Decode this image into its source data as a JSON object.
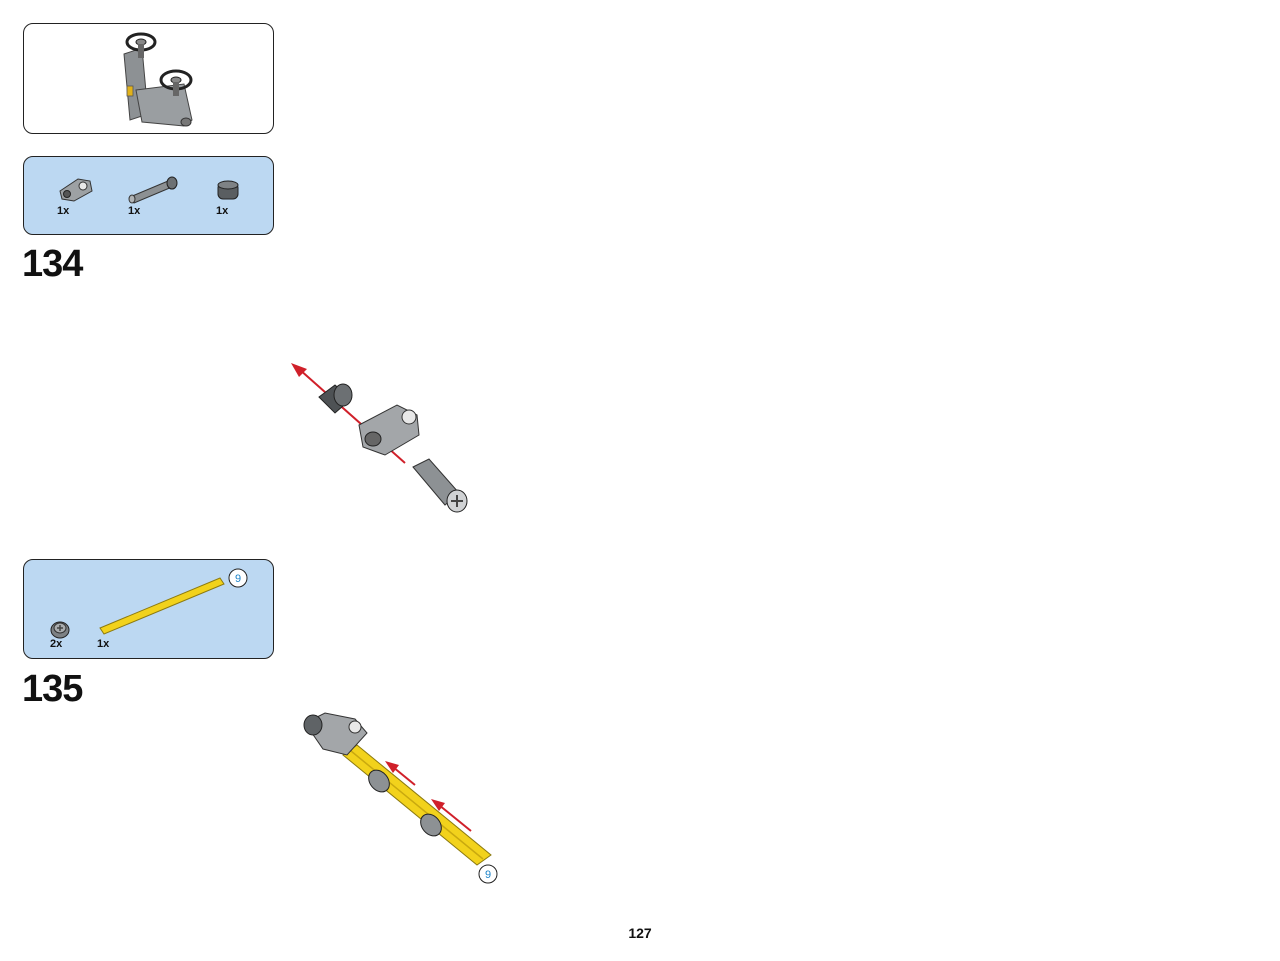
{
  "step_134": {
    "number": "134",
    "parts": [
      {
        "icon": "pin-connector-icon",
        "qty": "1x"
      },
      {
        "icon": "axle-pin-icon",
        "qty": "1x"
      },
      {
        "icon": "bushing-icon",
        "qty": "1x"
      }
    ]
  },
  "step_135": {
    "number": "135",
    "parts": [
      {
        "icon": "half-bushing-icon",
        "qty": "2x"
      },
      {
        "icon": "yellow-axle-icon",
        "qty": "1x",
        "length": "9"
      }
    ],
    "callout_length": "9"
  },
  "page_number": "127",
  "colors": {
    "parts_box": "#bcd8f2",
    "arrow": "#d0202a",
    "axle": "#f2d21c",
    "gray_part": "#8a8e91",
    "length_badge": "#1a82c8"
  }
}
